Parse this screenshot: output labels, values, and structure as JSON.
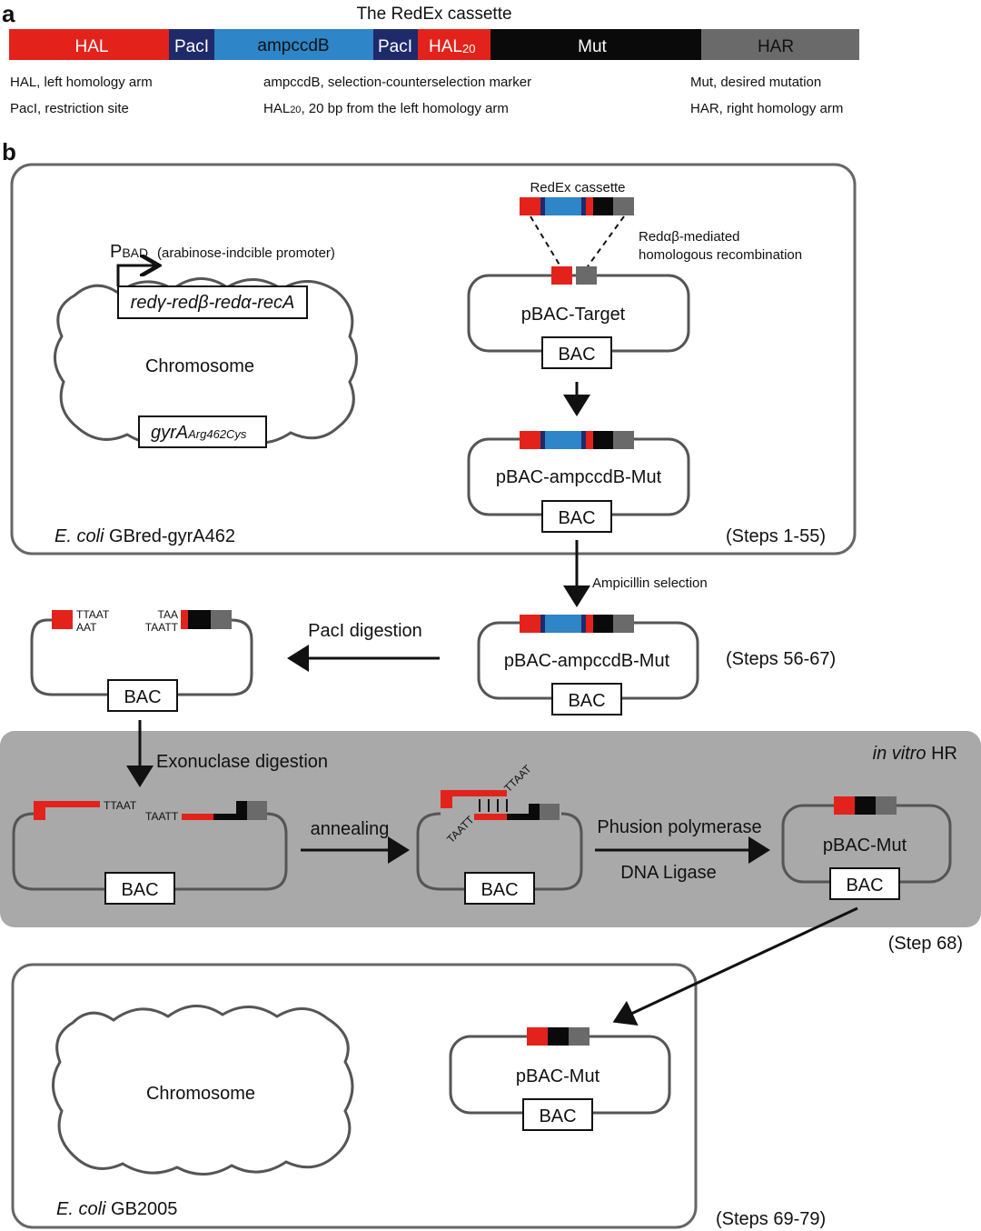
{
  "panel_a": {
    "letter": "a",
    "title": "The RedEx cassette",
    "segments": [
      {
        "label": "HAL",
        "color": "#e3231b"
      },
      {
        "label": "PacI",
        "color": "#1f2a6b"
      },
      {
        "label": "ampccdB",
        "color": "#2e85c8"
      },
      {
        "label": "PacI",
        "color": "#1f2a6b"
      },
      {
        "label": "HAL",
        "sub": "20",
        "color": "#e3231b"
      },
      {
        "label": "Mut",
        "color": "#0a0a0a"
      },
      {
        "label": "HAR",
        "color": "#6a6a6a"
      }
    ],
    "legend": [
      "HAL, left homology arm",
      "PacI, restriction site",
      "ampccdB, selection-counterselection marker",
      "HAL20, 20 bp from the left homology arm",
      "Mut, desired mutation",
      "HAR, right homology arm"
    ],
    "legend_hal20": {
      "pre": "HAL",
      "sub": "20",
      "post": ", 20 bp from the left homology arm"
    }
  },
  "panel_b": {
    "letter": "b",
    "redex_label": "RedEx cassette",
    "recomb_line1": "Redαβ-mediated",
    "recomb_line2": "homologous recombination",
    "promoter": "P",
    "promoter_sub": "BAD",
    "promoter_desc": "(arabinose-indcible promoter)",
    "genes": "redγ-redβ-redα-recA",
    "chromosome": "Chromosome",
    "gyra": "gyrA",
    "gyra_sub": "Arg462Cys",
    "strain1_italic": "E. coli",
    "strain1": "GBred-gyrA462",
    "steps1": "(Steps 1-55)",
    "pbac_target": "pBAC-Target",
    "pbac_ampccdb_mut": "pBAC-ampccdB-Mut",
    "bac": "BAC",
    "ampicillin": "Ampicillin selection",
    "steps2": "(Steps 56-67)",
    "paci_digestion": "PacI digestion",
    "seq_left_top": "TTAAT",
    "seq_left_bottom": "AAT",
    "seq_right_top": "TAA",
    "seq_right_bottom": "TAATT",
    "exonuclase": "Exonuclase digestion",
    "invitro_italic": "in vitro",
    "invitro": "HR",
    "exo_seq1": "TTAAT",
    "exo_seq2": "TAATT",
    "annealing": "annealing",
    "ann_seq1": "TTAAT",
    "ann_seq2": "TAATT",
    "phusion": "Phusion polymerase",
    "ligase": "DNA Ligase",
    "pbac_mut": "pBAC-Mut",
    "steps3": "(Step 68)",
    "chromosome2": "Chromosome",
    "strain2_italic": "E. coli",
    "strain2": "GB2005",
    "steps4": "(Steps 69-79)"
  },
  "colors": {
    "red": "#e3231b",
    "navy": "#1f2a6b",
    "blue": "#2e85c8",
    "black": "#0a0a0a",
    "gray": "#6a6a6a",
    "panel_gray": "#a9a9a9"
  }
}
